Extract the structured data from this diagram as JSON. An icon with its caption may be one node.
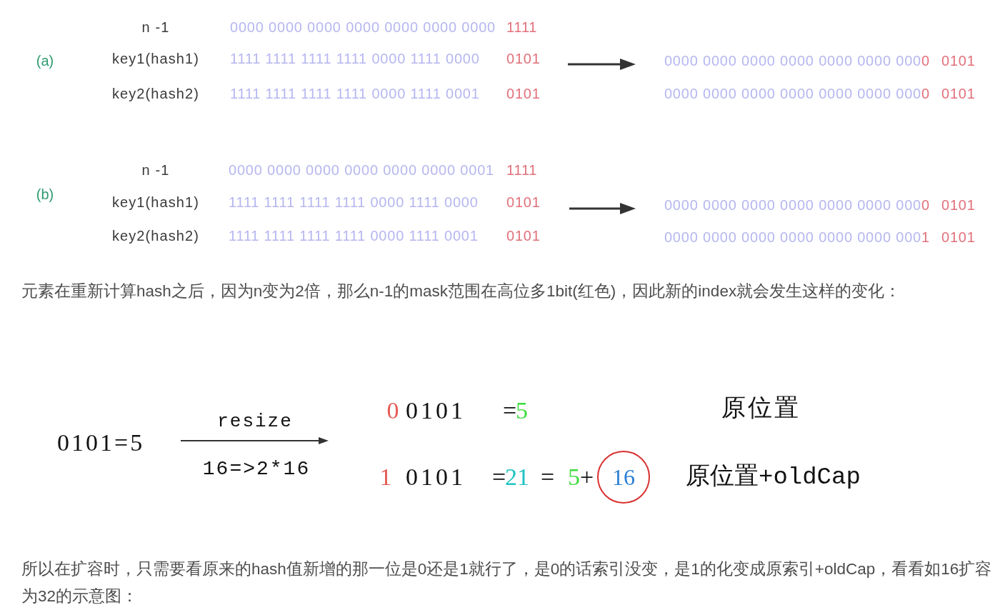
{
  "diagram": {
    "nodes": [
      {
        "text": [
          "n -1",
          "0000 0000 0000 0000 0000 0000 0000",
          "1111",
          "key1(hash1)",
          "1111 1111 1111 1111 0000 1111 0000",
          "0101",
          "key2(hash2)",
          "1111 1111 1111 1111 0000 1111 0001",
          "0101"
        ]
      },
      {
        "text": [
          "0000 0000 0000 0000 0000 0000 000",
          "0",
          "0101",
          "0000 0000 0000 0000 0000 0000 000",
          "0",
          "0101"
        ]
      },
      {
        "text": [
          "n -1",
          "0000 0000 0000 0000 0000 0000 0001",
          "1111",
          "key1(hash1)",
          "1111 1111 1111 1111 0000 1111 0000",
          "0101",
          "key2(hash2)",
          "1111 1111 1111 1111 0000 1111 0001",
          "0101"
        ]
      },
      {
        "text": [
          "0000 0000 0000 0000 0000 0000 000",
          "0",
          "0101",
          "0000 0000 0000 0000 0000 0000 000",
          "1",
          "0101"
        ]
      },
      {
        "text": [
          "0101=5"
        ]
      },
      {
        "text": [
          "0",
          "0101",
          "=",
          "5",
          "原位置",
          "1",
          "0101",
          "=",
          "21",
          "=",
          "5",
          "+",
          "原位置+oldCap"
        ]
      },
      {
        "text": [
          "16"
        ],
        "in": 5
      }
    ],
    "edges": [
      {
        "from": 0,
        "to": 1,
        "arrow": "to"
      },
      {
        "from": 2,
        "to": 3,
        "arrow": "to"
      },
      {
        "from": 4,
        "to": 5,
        "arrow": "to",
        "label": "resize"
      }
    ],
    "labels": [
      "(a)",
      "(b)",
      "元素在重新计算hash之后，因为n变为2倍，那么n-1的mask范围在高位多1bit(红色)，因此新的index就会发生这样的变化：",
      "16=>2*16",
      "所以在扩容时，只需要看原来的hash值新增的那一位是0还是1就行了，是0的话索引没变，是1的化变成原索引+oldCap，看看如16扩容为32的示意图："
    ]
  }
}
